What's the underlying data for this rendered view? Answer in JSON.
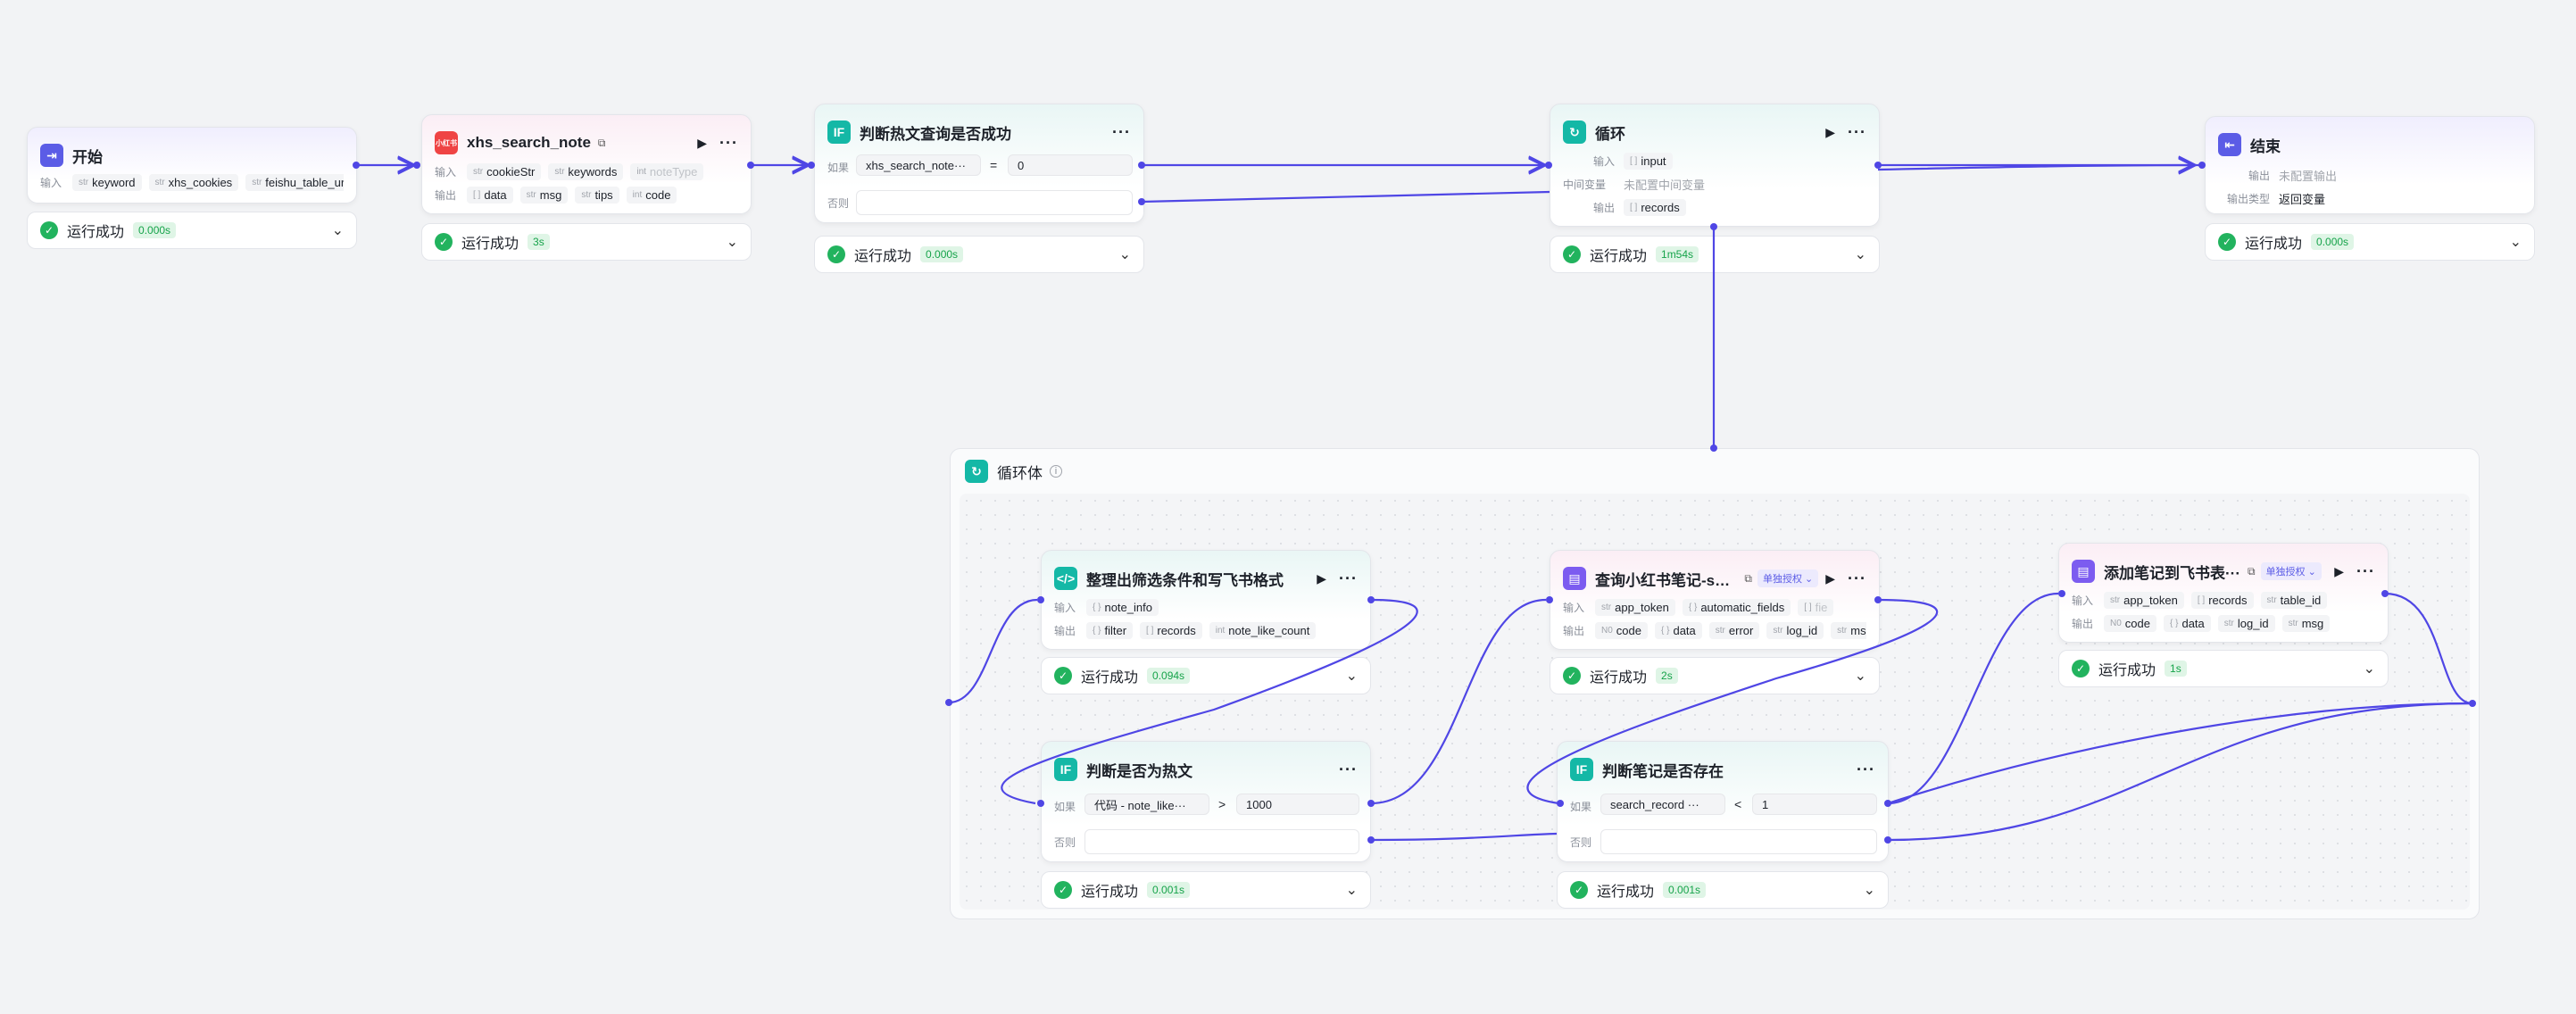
{
  "nodes": {
    "start": {
      "title": "开始",
      "input_label": "输入",
      "inputs": [
        "keyword",
        "xhs_cookies",
        "feishu_table_url"
      ],
      "status": "运行成功",
      "duration": "0.000s"
    },
    "xhs": {
      "title": "xhs_search_note",
      "input_label": "输入",
      "output_label": "输出",
      "inputs": [
        "cookieStr",
        "keywords",
        "noteType"
      ],
      "outputs": [
        "data",
        "msg",
        "tips",
        "code"
      ],
      "status": "运行成功",
      "duration": "3s"
    },
    "judge_hot_query": {
      "title": "判断热文查询是否成功",
      "if_label": "如果",
      "else_label": "否则",
      "left": "xhs_search_note···",
      "op": "=",
      "right": "0",
      "status": "运行成功",
      "duration": "0.000s"
    },
    "loop": {
      "title": "循环",
      "input_label": "输入",
      "mid_label": "中间变量",
      "output_label": "输出",
      "input": "input",
      "mid": "未配置中间变量",
      "output": "records",
      "status": "运行成功",
      "duration": "1m54s"
    },
    "end": {
      "title": "结束",
      "output_label": "输出",
      "output": "未配置输出",
      "output_type_label": "输出类型",
      "output_type": "返回变量",
      "status": "运行成功",
      "duration": "0.000s"
    },
    "loop_body": {
      "title": "循环体"
    },
    "code": {
      "title": "整理出筛选条件和写飞书格式",
      "input_label": "输入",
      "output_label": "输出",
      "input": "note_info",
      "outputs": [
        "filter",
        "records",
        "note_like_count"
      ],
      "status": "运行成功",
      "duration": "0.094s"
    },
    "query": {
      "title": "查询小红书笔记-se···",
      "auth": "单独授权",
      "input_label": "输入",
      "output_label": "输出",
      "inputs": [
        "app_token",
        "automatic_fields",
        "fie"
      ],
      "outputs": [
        "code",
        "data",
        "error",
        "log_id",
        "msg"
      ],
      "status": "运行成功",
      "duration": "2s"
    },
    "add": {
      "title": "添加笔记到飞书表···",
      "auth": "单独授权",
      "input_label": "输入",
      "output_label": "输出",
      "inputs": [
        "app_token",
        "records",
        "table_id"
      ],
      "outputs": [
        "code",
        "data",
        "log_id",
        "msg"
      ],
      "status": "运行成功",
      "duration": "1s"
    },
    "judge_hot": {
      "title": "判断是否为热文",
      "if_label": "如果",
      "else_label": "否则",
      "left": "代码 - note_like···",
      "op": ">",
      "right": "1000",
      "status": "运行成功",
      "duration": "0.001s"
    },
    "judge_exists": {
      "title": "判断笔记是否存在",
      "if_label": "如果",
      "else_label": "否则",
      "left": "search_record ···",
      "op": "<",
      "right": "1",
      "status": "运行成功",
      "duration": "0.001s"
    }
  },
  "type_tags": {
    "str": "str",
    "int": "int",
    "arr": "[ ]",
    "obj": "{ }",
    "num": "N0"
  },
  "colors": {
    "accent": "#5b5ce6",
    "wire": "#4f46e5",
    "success": "#22b35e",
    "teal": "#14b8a6"
  }
}
